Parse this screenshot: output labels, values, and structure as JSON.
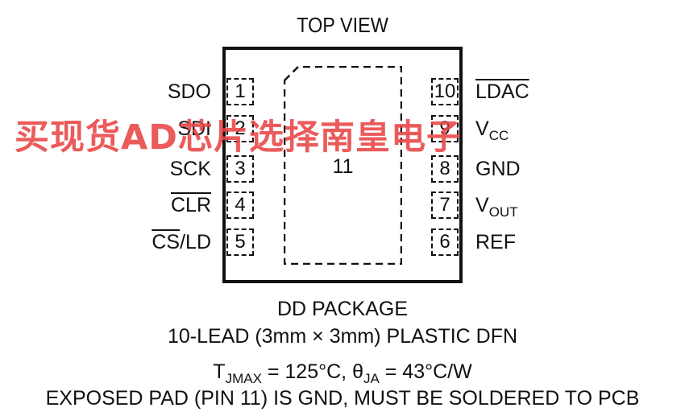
{
  "title": "TOP VIEW",
  "left_pins": [
    {
      "num": "1",
      "label": "SDO"
    },
    {
      "num": "2",
      "label": "SDI"
    },
    {
      "num": "3",
      "label": "SCK"
    },
    {
      "num": "4",
      "label": "CLR"
    },
    {
      "num": "5",
      "label_overbar": "CS",
      "label_rest": "/LD"
    }
  ],
  "right_pins": [
    {
      "num": "10",
      "label": "LDAC"
    },
    {
      "num": "9",
      "label_main": "V",
      "label_sub": "CC"
    },
    {
      "num": "8",
      "label": "GND"
    },
    {
      "num": "7",
      "label_main": "V",
      "label_sub": "OUT"
    },
    {
      "num": "6",
      "label": "REF"
    }
  ],
  "exposed_pad": {
    "num": "11"
  },
  "caption": {
    "line1": "DD PACKAGE",
    "line2": "10-LEAD (3mm × 3mm) PLASTIC DFN",
    "line3": {
      "t": "T",
      "t_sub": "JMAX",
      "t_val": " = 125°C, ",
      "theta": "θ",
      "theta_sub": "JA",
      "theta_val": " = 43°C/W"
    },
    "line4": "EXPOSED PAD (PIN 11) IS GND, MUST BE SOLDERED TO PCB"
  },
  "watermark": "买现货AD芯片选择南皇电子",
  "colors": {
    "outline": "#111111",
    "watermark": "#e94545"
  }
}
